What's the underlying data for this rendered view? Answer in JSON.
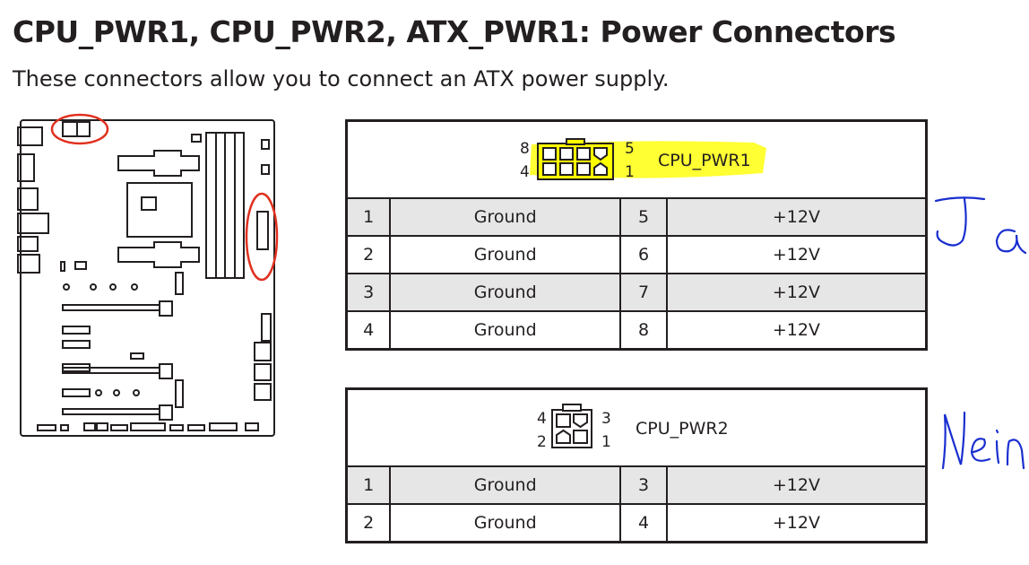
{
  "heading": {
    "title": "CPU_PWR1, CPU_PWR2, ATX_PWR1: Power Connectors",
    "subtitle": "These connectors allow you to connect an ATX power supply."
  },
  "tables": [
    {
      "connector": "CPU_PWR1",
      "highlight": "#ffff33",
      "pin_labels": {
        "top_left": "8",
        "bottom_left": "4",
        "top_right": "5",
        "bottom_right": "1"
      },
      "rows": [
        {
          "pin_a": "1",
          "signal_a": "Ground",
          "pin_b": "5",
          "signal_b": "+12V"
        },
        {
          "pin_a": "2",
          "signal_a": "Ground",
          "pin_b": "6",
          "signal_b": "+12V"
        },
        {
          "pin_a": "3",
          "signal_a": "Ground",
          "pin_b": "7",
          "signal_b": "+12V"
        },
        {
          "pin_a": "4",
          "signal_a": "Ground",
          "pin_b": "8",
          "signal_b": "+12V"
        }
      ]
    },
    {
      "connector": "CPU_PWR2",
      "pin_labels": {
        "top_left": "4",
        "bottom_left": "2",
        "top_right": "3",
        "bottom_right": "1"
      },
      "rows": [
        {
          "pin_a": "1",
          "signal_a": "Ground",
          "pin_b": "3",
          "signal_b": "+12V"
        },
        {
          "pin_a": "2",
          "signal_a": "Ground",
          "pin_b": "4",
          "signal_b": "+12V"
        }
      ]
    }
  ],
  "annotations": {
    "ja": "Ja",
    "nein": "Nein",
    "ink_color": "#1a2fd0",
    "circle_color": "#e0301e"
  }
}
